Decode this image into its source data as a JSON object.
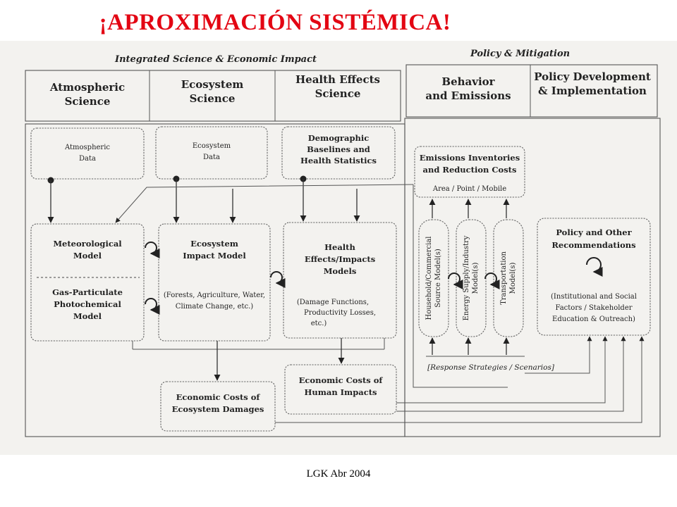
{
  "slide": {
    "title": "¡APROXIMACIÓN SISTÉMICA!",
    "footer": "LGK Abr 2004"
  },
  "sections": {
    "left": "Integrated Science & Economic Impact",
    "right": "Policy & Mitigation"
  },
  "headers": {
    "atmospheric": [
      "Atmospheric",
      "Science"
    ],
    "ecosystem": [
      "Ecosystem",
      "Science"
    ],
    "health": [
      "Health Effects",
      "Science"
    ],
    "behavior": [
      "Behavior",
      "and Emissions"
    ],
    "policy_dev": [
      "Policy Development",
      "& Implementation"
    ]
  },
  "boxes": {
    "atm_data": [
      "Atmospheric",
      "Data"
    ],
    "eco_data": [
      "Ecosystem",
      "Data"
    ],
    "demo": [
      "Demographic",
      "Baselines and",
      "Health Statistics"
    ],
    "emissions": [
      "Emissions Inventories",
      "and Reduction Costs"
    ],
    "emissions_sub": "Area  /  Point  /  Mobile",
    "met_model": [
      "Meteorological",
      "Model"
    ],
    "gas_model": [
      "Gas-Particulate",
      "Photochemical",
      "Model"
    ],
    "eco_model": [
      "Ecosystem",
      "Impact Model"
    ],
    "eco_model_sub": [
      "(Forests, Agriculture, Water,",
      "Climate Change, etc.)"
    ],
    "health_model": [
      "Health",
      "Effects/Impacts",
      "Models"
    ],
    "health_model_sub": [
      "(Damage Functions,",
      "Productivity Losses,",
      "etc.)"
    ],
    "household": [
      "Household/Commercial",
      "Source Model(s)"
    ],
    "energy": [
      "Energy Supply/Industry",
      "Model(s)"
    ],
    "transport": [
      "Transportation",
      "Model(s)"
    ],
    "policy_rec": [
      "Policy and Other",
      "Recommendations"
    ],
    "policy_rec_sub": [
      "(Institutional and Social",
      "Factors / Stakeholder",
      "Education & Outreach)"
    ],
    "response": "[Response Strategies / Scenarios]",
    "econ_eco": [
      "Economic Costs of",
      "Ecosystem Damages"
    ],
    "econ_human": [
      "Economic Costs of",
      "Human Impacts"
    ]
  }
}
